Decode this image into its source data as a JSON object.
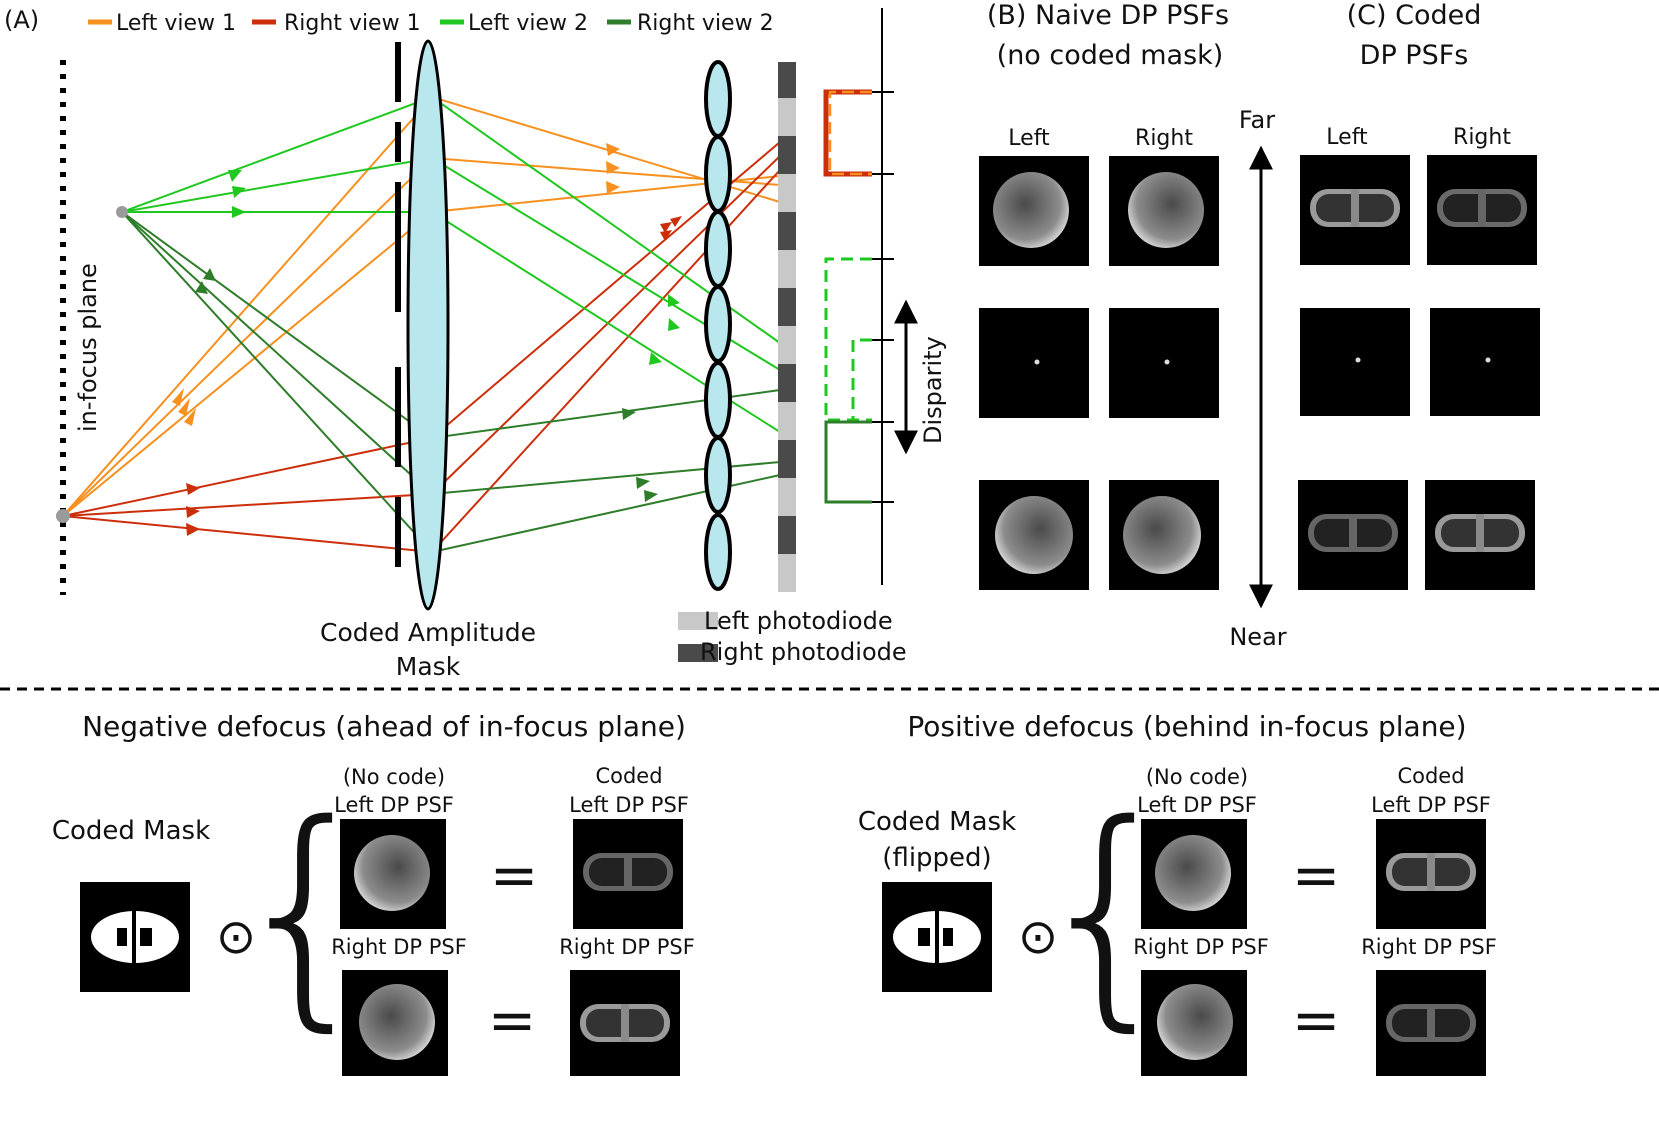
{
  "panel_a": {
    "label": "(A)",
    "legend": [
      {
        "name": "Left view 1",
        "color": "#f7901e"
      },
      {
        "name": "Right view 1",
        "color": "#cc2e0a"
      },
      {
        "name": "Left view 2",
        "color": "#1ec81e"
      },
      {
        "name": "Right view 2",
        "color": "#2e7d2a"
      }
    ],
    "in_focus_plane": "in-focus plane",
    "mask_label_1": "Coded Amplitude",
    "mask_label_2": "Mask",
    "left_pd": "Left photodiode",
    "right_pd": "Right photodiode",
    "disparity": "Disparity"
  },
  "panel_b": {
    "title_1": "(B) Naive DP PSFs",
    "title_2": "(no coded mask)",
    "left": "Left",
    "right": "Right"
  },
  "panel_c": {
    "title_1": "(C) Coded",
    "title_2": "DP PSFs",
    "left": "Left",
    "right": "Right"
  },
  "depth_axis": {
    "far": "Far",
    "near": "Near"
  },
  "bottom": {
    "negative": {
      "heading": "Negative defocus (ahead of in-focus plane)",
      "mask_label": "Coded Mask",
      "no_code": "(No code)",
      "left_psf": "Left DP PSF",
      "right_psf": "Right DP PSF",
      "coded": "Coded",
      "coded_left": "Left DP PSF",
      "coded_right": "Right DP PSF"
    },
    "positive": {
      "heading": "Positive defocus (behind in-focus plane)",
      "mask_label_1": "Coded Mask",
      "mask_label_2": "(flipped)",
      "no_code": "(No code)",
      "left_psf": "Left DP PSF",
      "right_psf": "Right DP PSF",
      "coded": "Coded",
      "coded_left": "Left DP PSF",
      "coded_right": "Right DP PSF"
    },
    "equals": "=",
    "odot": "⊙"
  }
}
